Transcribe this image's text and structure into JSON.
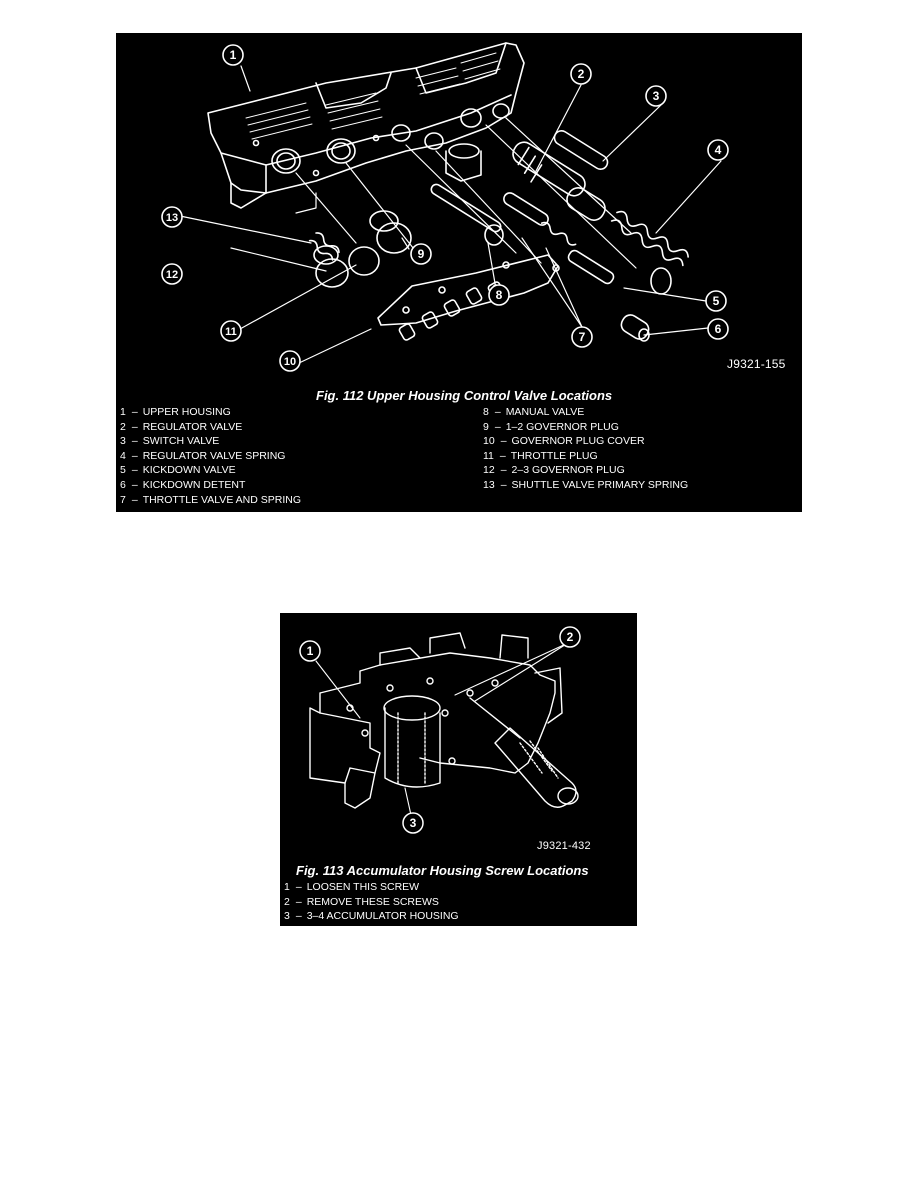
{
  "figures": [
    {
      "number": "112",
      "caption": "Fig. 112 Upper Housing Control Valve Locations",
      "image_code": "J9321-155",
      "callouts": [
        "1",
        "2",
        "3",
        "4",
        "5",
        "6",
        "7",
        "8",
        "9",
        "10",
        "11",
        "12",
        "13"
      ],
      "legend_left": [
        {
          "num": "1",
          "label": "UPPER HOUSING"
        },
        {
          "num": "2",
          "label": "REGULATOR VALVE"
        },
        {
          "num": "3",
          "label": "SWITCH VALVE"
        },
        {
          "num": "4",
          "label": "REGULATOR VALVE SPRING"
        },
        {
          "num": "5",
          "label": "KICKDOWN VALVE"
        },
        {
          "num": "6",
          "label": "KICKDOWN DETENT"
        },
        {
          "num": "7",
          "label": "THROTTLE VALVE AND SPRING"
        }
      ],
      "legend_right": [
        {
          "num": "8",
          "label": "MANUAL VALVE"
        },
        {
          "num": "9",
          "label": "1–2 GOVERNOR PLUG"
        },
        {
          "num": "10",
          "label": "GOVERNOR PLUG COVER"
        },
        {
          "num": "11",
          "label": "THROTTLE PLUG"
        },
        {
          "num": "12",
          "label": "2–3 GOVERNOR PLUG"
        },
        {
          "num": "13",
          "label": "SHUTTLE VALVE PRIMARY SPRING"
        }
      ]
    },
    {
      "number": "113",
      "caption": "Fig. 113 Accumulator Housing Screw Locations",
      "image_code": "J9321-432",
      "callouts": [
        "1",
        "2",
        "3"
      ],
      "legend": [
        {
          "num": "1",
          "label": "LOOSEN THIS SCREW"
        },
        {
          "num": "2",
          "label": "REMOVE THESE SCREWS"
        },
        {
          "num": "3",
          "label": "3–4 ACCUMULATOR HOUSING"
        }
      ]
    }
  ],
  "separator": "–",
  "colors": {
    "figure_bg": "#000000",
    "figure_fg": "#ffffff",
    "page_bg": "#ffffff"
  }
}
